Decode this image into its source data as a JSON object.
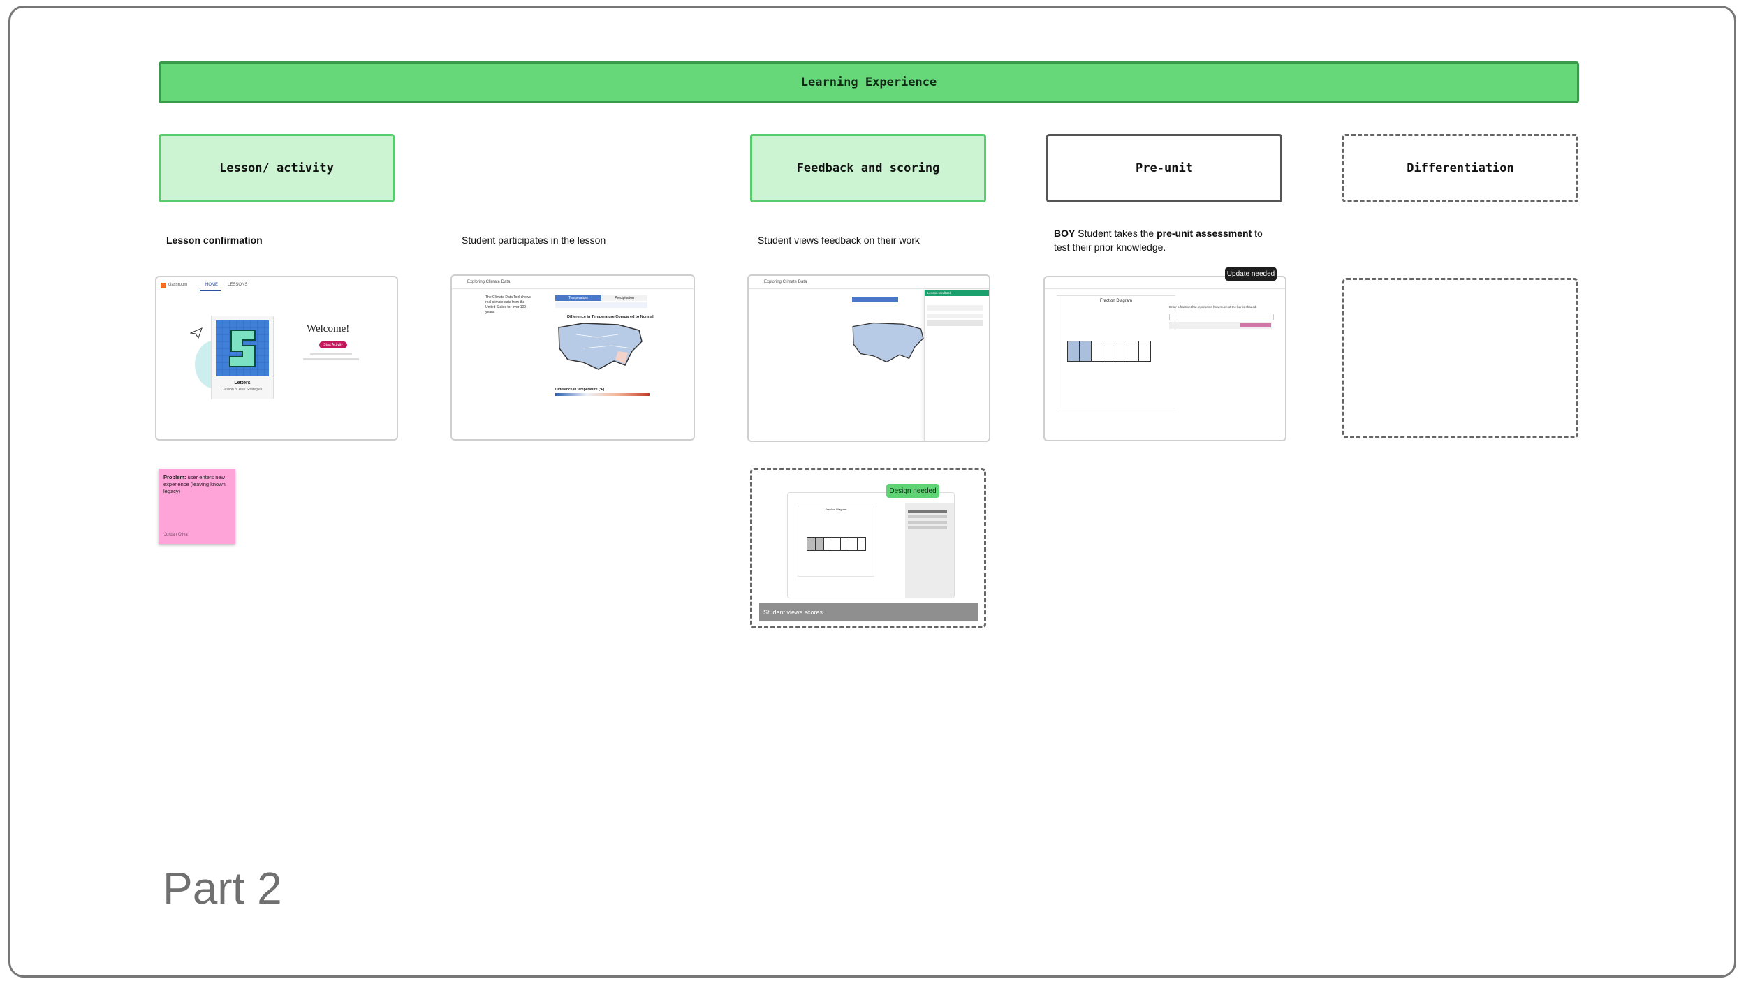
{
  "banner": {
    "title": "Learning Experience"
  },
  "columns": [
    {
      "label": "Lesson/ activity",
      "style": "green"
    },
    {
      "label": "Feedback and scoring",
      "style": "green"
    },
    {
      "label": "Pre-unit",
      "style": "solid"
    },
    {
      "label": "Differentiation",
      "style": "dashed"
    }
  ],
  "steps": {
    "lesson_confirmation": "Lesson confirmation",
    "participates": "Student participates in the lesson",
    "feedback": "Student views feedback on their work",
    "preunit_prefix": "BOY",
    "preunit_mid": " Student takes the ",
    "preunit_bold": "pre-unit assessment",
    "preunit_suffix": " to test their prior knowledge."
  },
  "cards": {
    "welcome": {
      "app": "classroom",
      "tab_home": "HOME",
      "tab_lessons": "LESSONS",
      "heading": "Welcome!",
      "button": "Start Activity",
      "lesson_title": "Letters",
      "lesson_subtitle": "Lesson 3: Risk Strategies"
    },
    "lesson": {
      "title": "Exploring Climate Data",
      "tab_a": "Temperature",
      "tab_b": "Precipitation",
      "map_title": "Difference in Temperature Compared to Normal",
      "legend_title": "Difference in temperature (°F)",
      "body": "The Climate Data Tool shows real climate data from the United States for over 100 years."
    },
    "feedback": {
      "title": "Exploring Climate Data",
      "panel_title": "Lesson feedback"
    },
    "preunit": {
      "title": "Fraction Diagram",
      "prompt": "Enter a fraction that represents how much of the bar is shaded.",
      "badge": "Update needed"
    },
    "scores": {
      "badge": "Design needed",
      "caption": "Student views scores",
      "title": "Fraction Diagram"
    }
  },
  "sticky": {
    "prefix": "Problem:",
    "text": " user enters new experience (leaving known legacy)",
    "author": "Jordan Oliva"
  },
  "part_label": "Part 2",
  "colors": {
    "banner": "#66d87a",
    "column_green": "#ccf4d3",
    "sticky": "#ffa4d9",
    "update_badge": "#1e1e1e",
    "design_badge": "#5fd475",
    "accent_blue": "#3f6fc9",
    "accent_pink": "#c2185b"
  }
}
